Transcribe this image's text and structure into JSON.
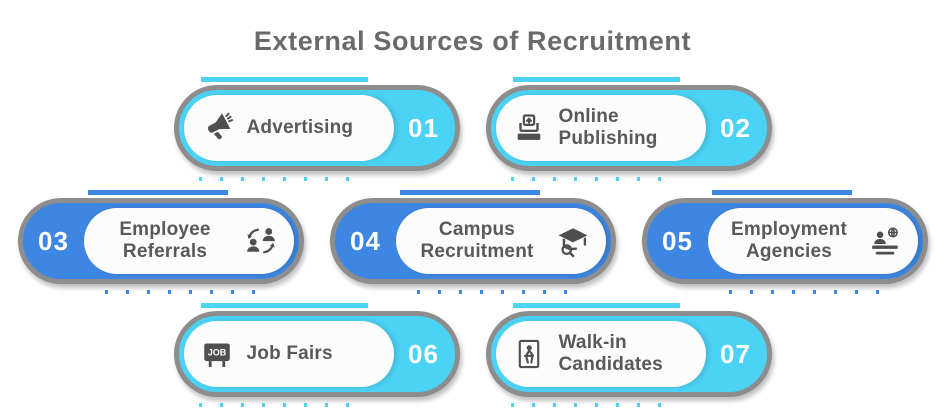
{
  "title": "External Sources of Recruitment",
  "colors": {
    "cyan": "#4bd3f6",
    "blue": "#3d87e2",
    "border_gray": "#8d8d8d",
    "label_gray": "#595959",
    "title_gray": "#6a6a6a",
    "icon_gray": "#4f4f4f",
    "number_white": "#ffffff"
  },
  "pills": [
    {
      "number": "01",
      "label": "Advertising",
      "icon": "megaphone-icon",
      "accent": "cyan",
      "number_side": "right"
    },
    {
      "number": "02",
      "label": "Online Publishing",
      "icon": "online-publishing-icon",
      "accent": "cyan",
      "number_side": "right"
    },
    {
      "number": "03",
      "label": "Employee Referrals",
      "icon": "referral-people-icon",
      "accent": "blue",
      "number_side": "left"
    },
    {
      "number": "04",
      "label": "Campus Recruitment",
      "icon": "graduation-search-icon",
      "accent": "blue",
      "number_side": "left"
    },
    {
      "number": "05",
      "label": "Employment Agencies",
      "icon": "agency-desk-globe-icon",
      "accent": "blue",
      "number_side": "left"
    },
    {
      "number": "06",
      "label": "Job Fairs",
      "icon": "job-sign-icon",
      "accent": "cyan",
      "number_side": "right",
      "icon_text": "JOB"
    },
    {
      "number": "07",
      "label": "Walk-in Candidates",
      "icon": "walk-in-door-icon",
      "accent": "cyan",
      "number_side": "right"
    }
  ]
}
